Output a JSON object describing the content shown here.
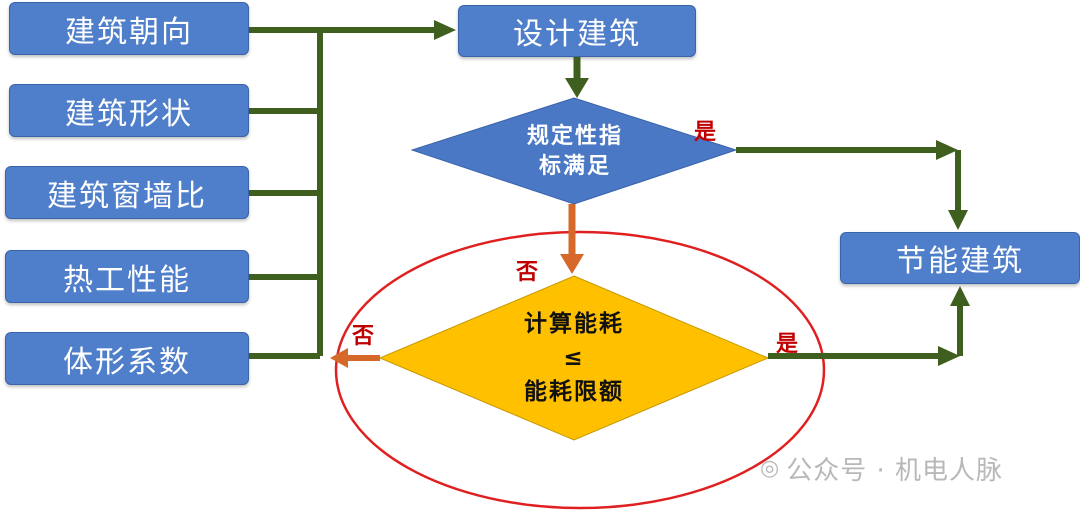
{
  "inputs": [
    "建筑朝向",
    "建筑形状",
    "建筑窗墙比",
    "热工性能",
    "体形系数"
  ],
  "design_box": "设计建筑",
  "check_diamond": {
    "line1": "规定性指",
    "line2": "标满足"
  },
  "calc_diamond": {
    "line1": "计算能耗",
    "line2": "≤",
    "line3": "能耗限额"
  },
  "result_box": "节能建筑",
  "labels": {
    "yes_top": "是",
    "no_down": "否",
    "no_left": "否",
    "yes_bottom": "是"
  },
  "watermark": "公众号 · 机电人脉",
  "colors": {
    "box_fill": "#4f7ecb",
    "diamond_blue": "#4a78c4",
    "diamond_gold": "#ffc000",
    "arrow_green": "#3e5f1e",
    "arrow_orange": "#d6692a",
    "highlight_red": "#e02020"
  }
}
